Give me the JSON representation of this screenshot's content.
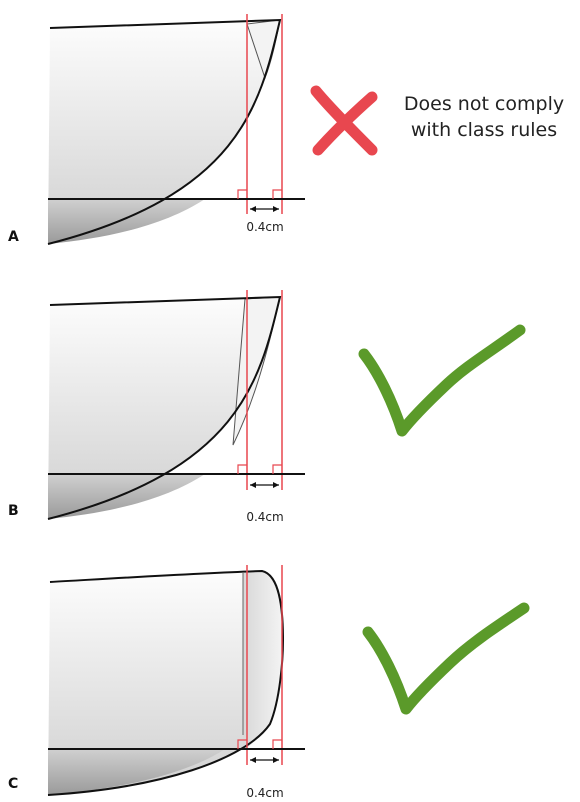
{
  "panels": [
    {
      "label": "A",
      "dimension": "0.4cm",
      "verdict": "fail",
      "verdict_text": [
        "Does not comply",
        "with class rules"
      ]
    },
    {
      "label": "B",
      "dimension": "0.4cm",
      "verdict": "pass"
    },
    {
      "label": "C",
      "dimension": "0.4cm",
      "verdict": "pass"
    }
  ],
  "colors": {
    "limit_line": "#e8474f",
    "cross": "#e8474f",
    "tick": "#5b9a2a",
    "outline": "#111111"
  }
}
